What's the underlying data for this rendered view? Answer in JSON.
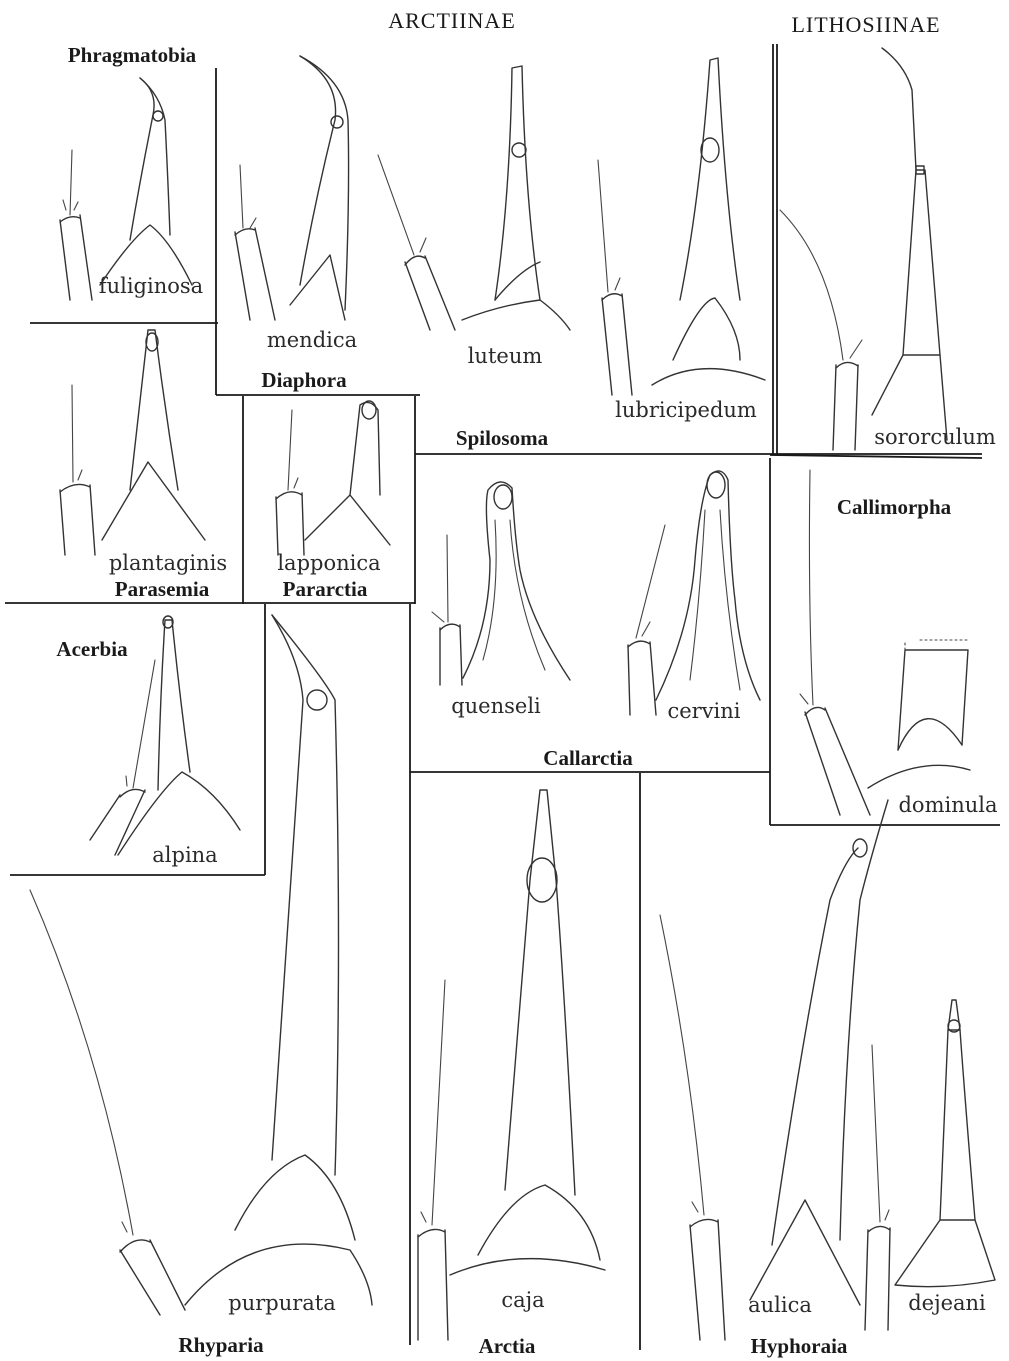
{
  "subfamilies": {
    "arctiinae": "ARCTIINAE",
    "lithosiinae": "LITHOSIINAE"
  },
  "genera": {
    "phragmatobia": "Phragmatobia",
    "diaphora": "Diaphora",
    "parasemia": "Parasemia",
    "pararctia": "Pararctia",
    "spilosoma": "Spilosoma",
    "callimorpha": "Callimorpha",
    "acerbia": "Acerbia",
    "callarctia": "Callarctia",
    "rhyparia": "Rhyparia",
    "arctia": "Arctia",
    "hyphoraia": "Hyphoraia"
  },
  "species": {
    "fuliginosa": "fuliginosa",
    "mendica": "mendica",
    "luteum": "luteum",
    "lubricipedum": "lubricipedum",
    "sororculum": "sororculum",
    "plantaginis": "plantaginis",
    "lapponica": "lapponica",
    "quenseli": "quenseli",
    "cervini": "cervini",
    "dominula": "dominula",
    "alpina": "alpina",
    "purpurata": "purpurata",
    "caja": "caja",
    "aulica": "aulica",
    "dejeani": "dejeani"
  }
}
